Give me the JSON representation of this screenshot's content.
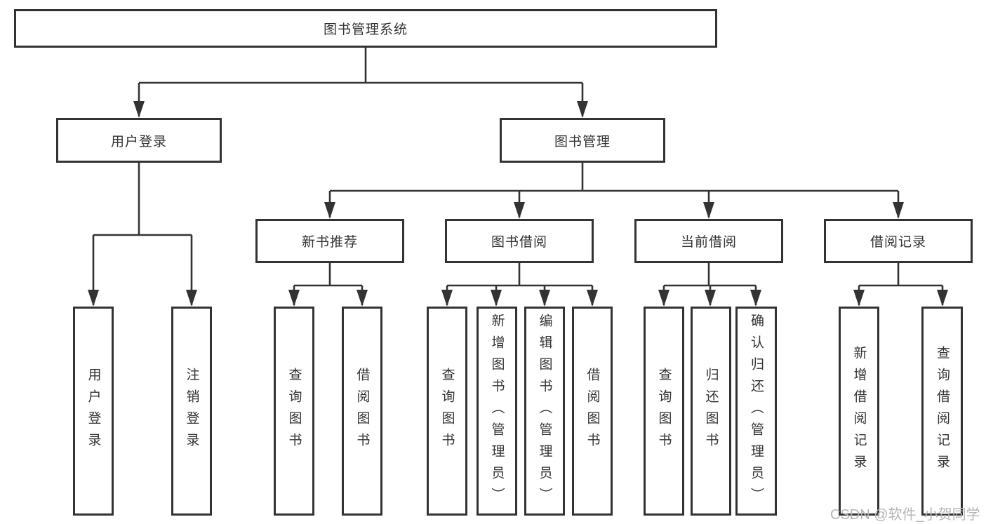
{
  "diagram": {
    "root": {
      "label": "图书管理系统"
    },
    "level2": [
      {
        "label": "用户登录"
      },
      {
        "label": "图书管理"
      }
    ],
    "level3": [
      {
        "label": "新书推荐"
      },
      {
        "label": "图书借阅"
      },
      {
        "label": "当前借阅"
      },
      {
        "label": "借阅记录"
      }
    ],
    "leaves": {
      "user_login": [
        "用户登录",
        "注销登录"
      ],
      "new_book": [
        "查询图书",
        "借阅图书"
      ],
      "book_borrow": [
        "查询图书",
        "新增图书（管理员）",
        "编辑图书（管理员）",
        "借阅图书"
      ],
      "current_borrow": [
        "查询图书",
        "归还图书",
        "确认归还（管理员）"
      ],
      "borrow_records": [
        "新增借阅记录",
        "查询借阅记录"
      ]
    }
  },
  "watermark": "CSDN @软件_小贺同学",
  "colors": {
    "line": "#333333",
    "text": "#333333",
    "background": "#ffffff",
    "watermark": "#b4b4bc"
  }
}
